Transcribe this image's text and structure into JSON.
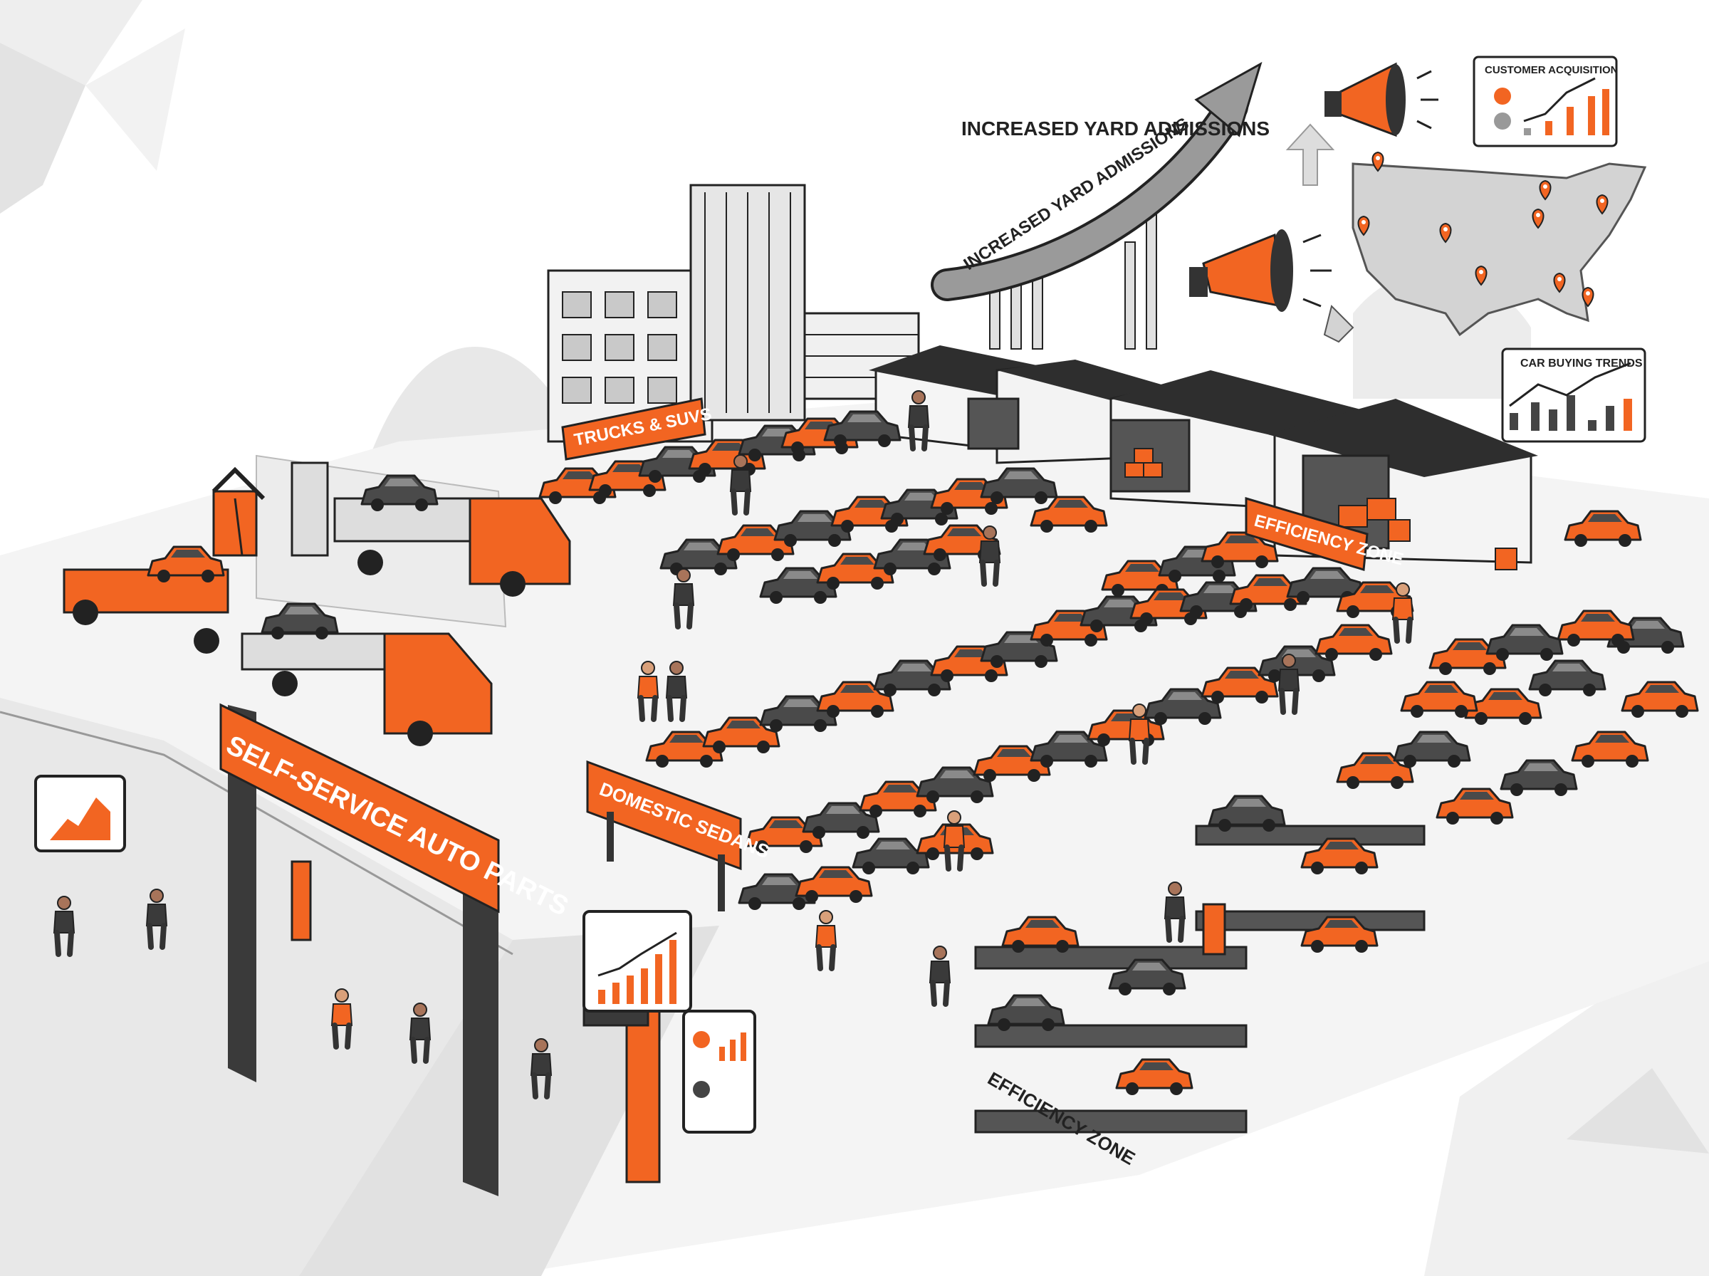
{
  "palette": {
    "orange": "#f26522",
    "dark": "#3a3a3a",
    "outline": "#222222",
    "ground": "#f3f3f3",
    "road": "#e6e6e6",
    "grey": "#bdbdbd",
    "white": "#ffffff"
  },
  "signs": {
    "gateway": "SELF-SERVICE AUTO PARTS",
    "trucks": "TRUCKS & SUVS",
    "sedans": "DOMESTIC SEDANS",
    "efficiency_top": "EFFICIENCY ZONE",
    "efficiency_floor": "EFFICIENCY ZONE"
  },
  "callouts": {
    "growth_heading": "INCREASED YARD ADMISSIONS",
    "growth_arrow": "INCREASED YARD ADMISSIONS",
    "acquisition_title": "CUSTOMER ACQUISITION",
    "trends_title": "CAR BUYING TRENDS"
  },
  "icons": [
    "megaphone-icon",
    "location-pin-icon",
    "up-arrow-icon",
    "bar-chart-icon",
    "pie-chart-icon",
    "line-chart-icon"
  ]
}
